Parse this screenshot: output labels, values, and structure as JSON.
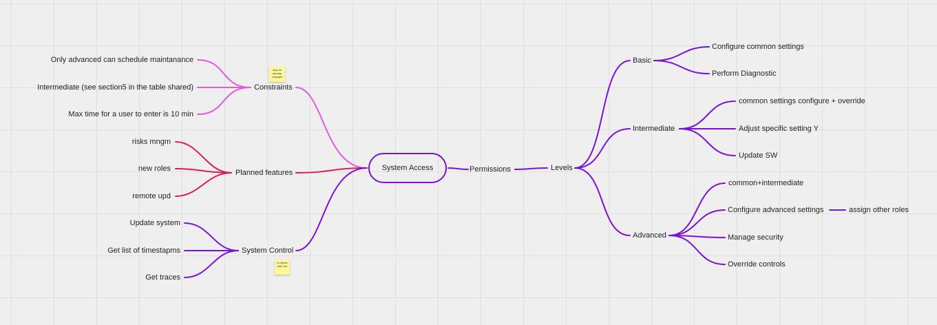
{
  "colors": {
    "background": "#f0eff0",
    "grid": "#dfdfdf",
    "purple": "#7b10d6",
    "magenta": "#e35ad9",
    "crimson": "#d61f58",
    "sticky": "#fdf79a"
  },
  "root": {
    "label": "System Access"
  },
  "left": {
    "constraints": {
      "label": "Constraints",
      "items": [
        "Only advanced can schedule maintanance",
        "Intermediate (see section5 in the table shared)",
        "Max time for a user to enter is 10 min"
      ],
      "sticky_note": "may be already changed"
    },
    "planned_features": {
      "label": "Planned features",
      "items": [
        "risks mngm",
        "new roles",
        "remote upd"
      ]
    },
    "system_control": {
      "label": "System Control",
      "items": [
        "Update system",
        "Get list of timestapms",
        "Get traces"
      ],
      "sticky_note": "to check with Teo"
    }
  },
  "right": {
    "permissions": {
      "label": "Permissions"
    },
    "levels": {
      "label": "Levels"
    },
    "basic": {
      "label": "Basic",
      "items": [
        "Configure common settings",
        "Perform Diagnostic"
      ]
    },
    "intermediate": {
      "label": "Intermediate",
      "items": [
        "common settings configure + override",
        "Adjust specific setting Y",
        "Update SW"
      ]
    },
    "advanced": {
      "label": "Advanced",
      "items": [
        "common+intermediate",
        "Configure advanced settings",
        "Manage security",
        "Override controls"
      ],
      "sub_item": "assign other roles"
    }
  }
}
